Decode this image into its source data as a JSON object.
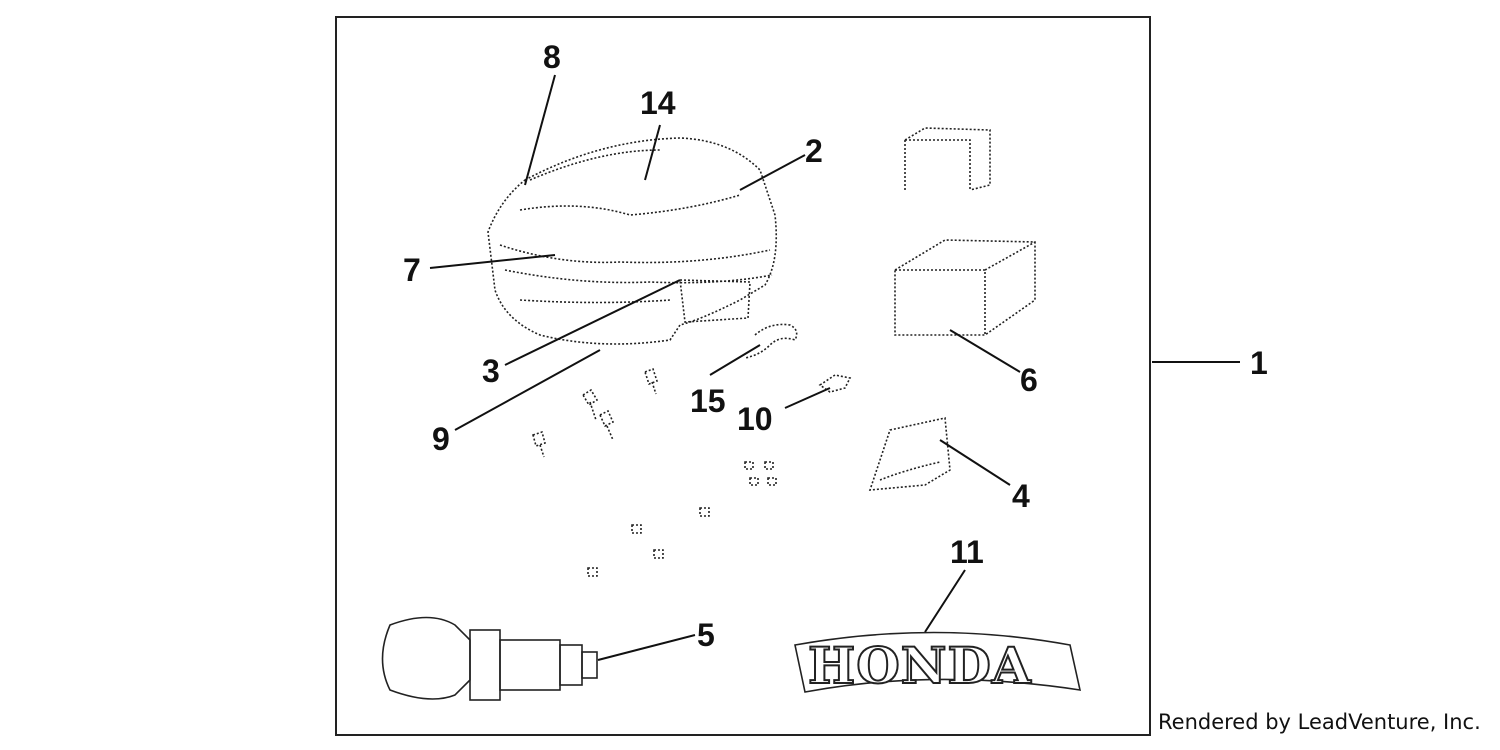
{
  "diagram": {
    "callouts": [
      "1",
      "2",
      "3",
      "4",
      "5",
      "6",
      "7",
      "8",
      "9",
      "10",
      "11",
      "14",
      "15"
    ],
    "logo_text": "HONDA",
    "credit": "Rendered by LeadVenture, Inc."
  }
}
